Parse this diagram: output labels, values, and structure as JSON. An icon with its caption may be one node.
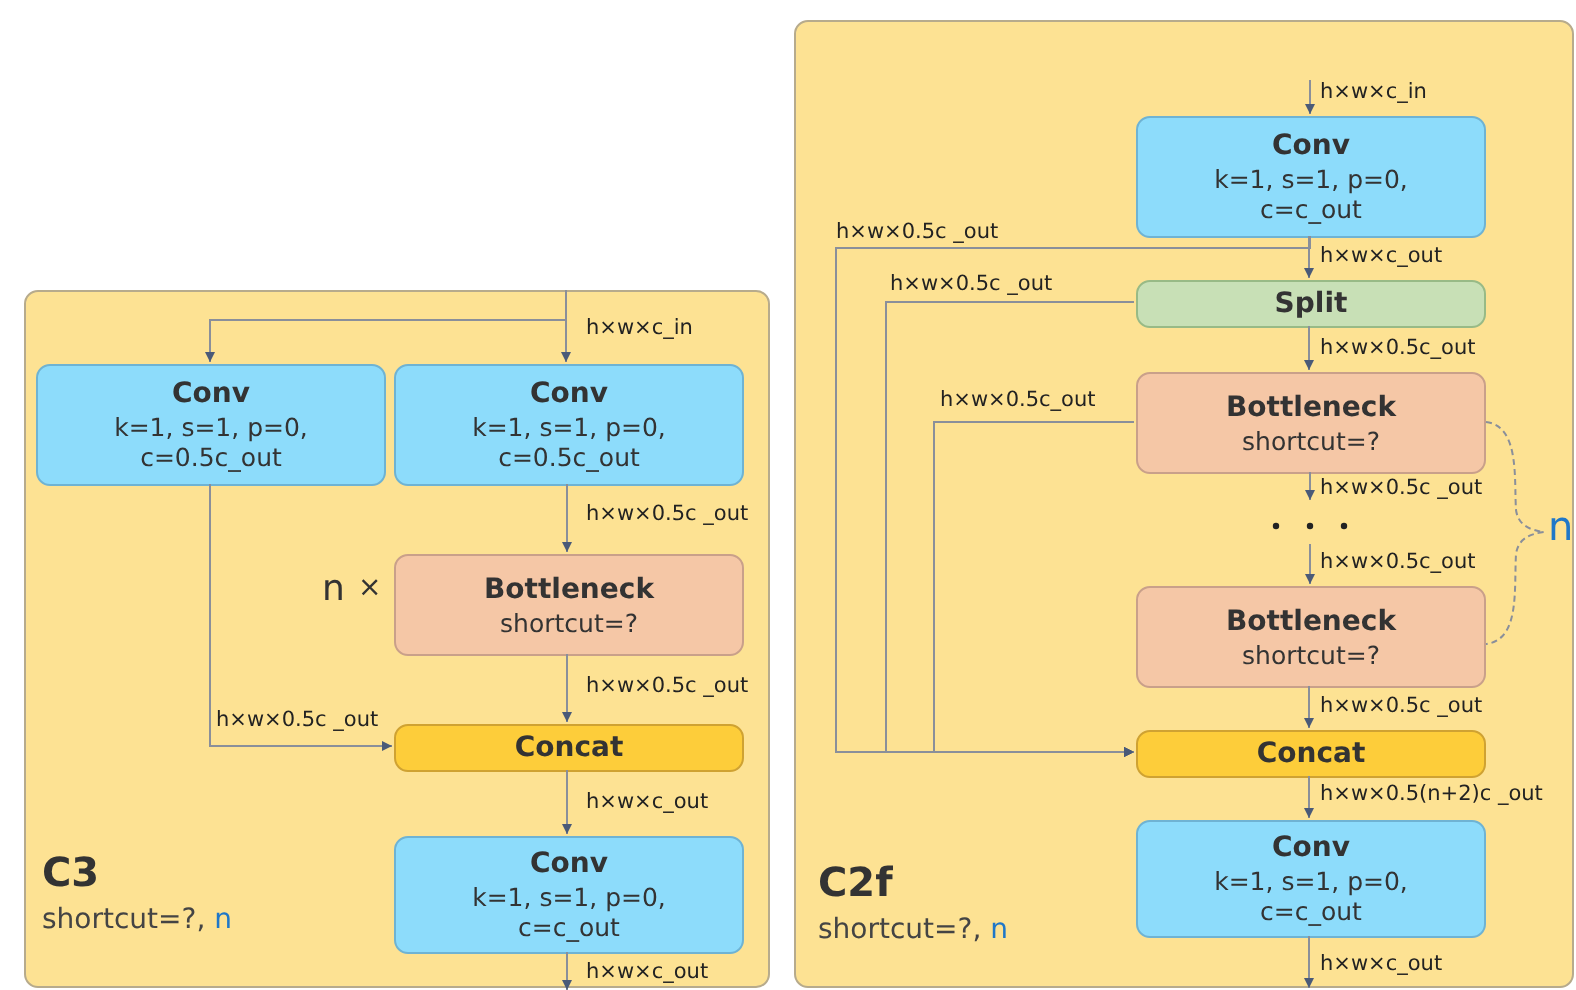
{
  "diagram": {
    "nodes": [
      {
        "text": [
          "C3",
          "shortcut=?,",
          "n"
        ]
      },
      {
        "text": [
          "Conv",
          "k=1, s=1, p=0, c=0.5c_out"
        ],
        "in": 0
      },
      {
        "text": [
          "Conv",
          "k=1, s=1, p=0, c=0.5c_out"
        ],
        "in": 0
      },
      {
        "text": [
          "Bottleneck",
          "shortcut=?"
        ],
        "in": 0,
        "beside": [
          "n",
          "×"
        ]
      },
      {
        "text": [
          "Concat"
        ],
        "in": 0
      },
      {
        "text": [
          "Conv",
          "k=1, s=1, p=0, c=c_out"
        ],
        "in": 0
      },
      {
        "text": [
          "C2f",
          "shortcut=?,",
          "n"
        ]
      },
      {
        "text": [
          "Conv",
          "k=1, s=1, p=0, c=c_out"
        ],
        "in": 6
      },
      {
        "text": [
          "Split"
        ],
        "in": 6
      },
      {
        "text": [
          "Bottleneck",
          "shortcut=?"
        ],
        "in": 6
      },
      {
        "text": [
          "Bottleneck",
          "shortcut=?"
        ],
        "in": 6
      },
      {
        "text": [
          "Concat"
        ],
        "in": 6
      },
      {
        "text": [
          "Conv",
          "k=1, s=1, p=0, c=c_out"
        ],
        "in": 6
      }
    ],
    "edges": [
      {
        "from": null,
        "to": 1,
        "arrow": "to"
      },
      {
        "from": null,
        "to": 2,
        "arrow": "to",
        "label": "h×w×c_in"
      },
      {
        "from": 1,
        "to": 4,
        "arrow": "to",
        "label": "h×w×0.5c _out"
      },
      {
        "from": 2,
        "to": 3,
        "arrow": "to",
        "label": "h×w×0.5c _out"
      },
      {
        "from": 3,
        "to": 4,
        "arrow": "to",
        "label": "h×w×0.5c _out"
      },
      {
        "from": 4,
        "to": 5,
        "arrow": "to",
        "label": "h×w×c_out"
      },
      {
        "from": 5,
        "to": null,
        "arrow": "to",
        "label": "h×w×c_out"
      },
      {
        "from": null,
        "to": 7,
        "arrow": "to",
        "label": "h×w×c_in"
      },
      {
        "from": 7,
        "to": 8,
        "arrow": "to",
        "label": "h×w×c_out"
      },
      {
        "from": 7,
        "to": 11,
        "arrow": "to",
        "label": "h×w×0.5c _out"
      },
      {
        "from": 8,
        "to": 11,
        "arrow": "to",
        "label": "h×w×0.5c _out"
      },
      {
        "from": 8,
        "to": 9,
        "arrow": "to",
        "label": "h×w×0.5c_out"
      },
      {
        "from": 9,
        "to": 11,
        "arrow": "to",
        "label": "h×w×0.5c_out"
      },
      {
        "from": 9,
        "to": null,
        "arrow": "to",
        "label": "h×w×0.5c _out"
      },
      {
        "from": null,
        "to": 10,
        "arrow": "to",
        "label": "h×w×0.5c_out"
      },
      {
        "from": 10,
        "to": 11,
        "arrow": "to",
        "label": "h×w×0.5c _out"
      },
      {
        "from": 11,
        "to": 12,
        "arrow": "to",
        "label": "h×w×0.5(n+2)c _out"
      },
      {
        "from": 12,
        "to": null,
        "arrow": "to",
        "label": "h×w×c_out"
      }
    ],
    "labels": [
      "n"
    ]
  }
}
